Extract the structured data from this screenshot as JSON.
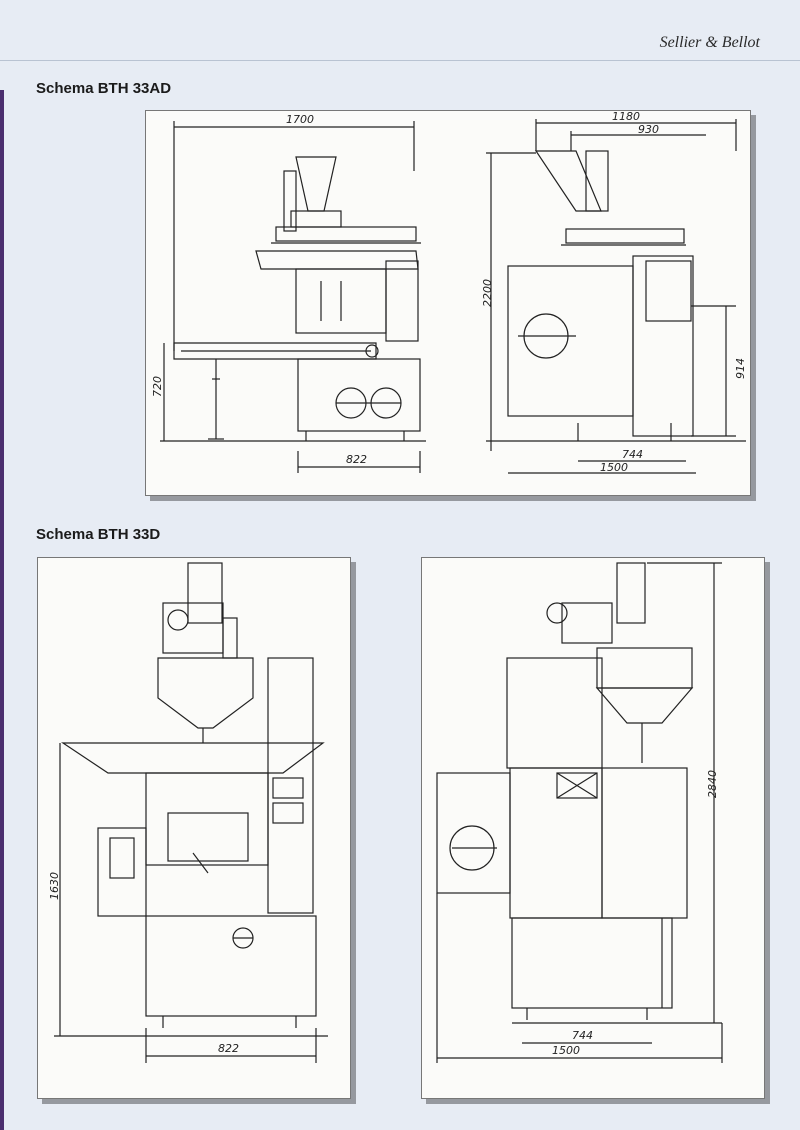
{
  "brand": {
    "name": "Sellier & Bellot"
  },
  "sections": [
    {
      "title": "Schema BTH 33AD",
      "drawings": [
        {
          "view": "front",
          "dimensions": {
            "width": "1700",
            "height": "720",
            "base": "822"
          }
        },
        {
          "view": "side",
          "dimensions": {
            "top_outer": "1180",
            "top_inner": "930",
            "height": "2200",
            "height_right": "914",
            "base_inner": "744",
            "base_outer": "1500"
          }
        }
      ]
    },
    {
      "title": "Schema BTH 33D",
      "drawings": [
        {
          "view": "front",
          "dimensions": {
            "height": "1630",
            "base": "822"
          }
        },
        {
          "view": "side",
          "dimensions": {
            "height": "2840",
            "base_inner": "744",
            "base_outer": "1500"
          }
        }
      ]
    }
  ]
}
